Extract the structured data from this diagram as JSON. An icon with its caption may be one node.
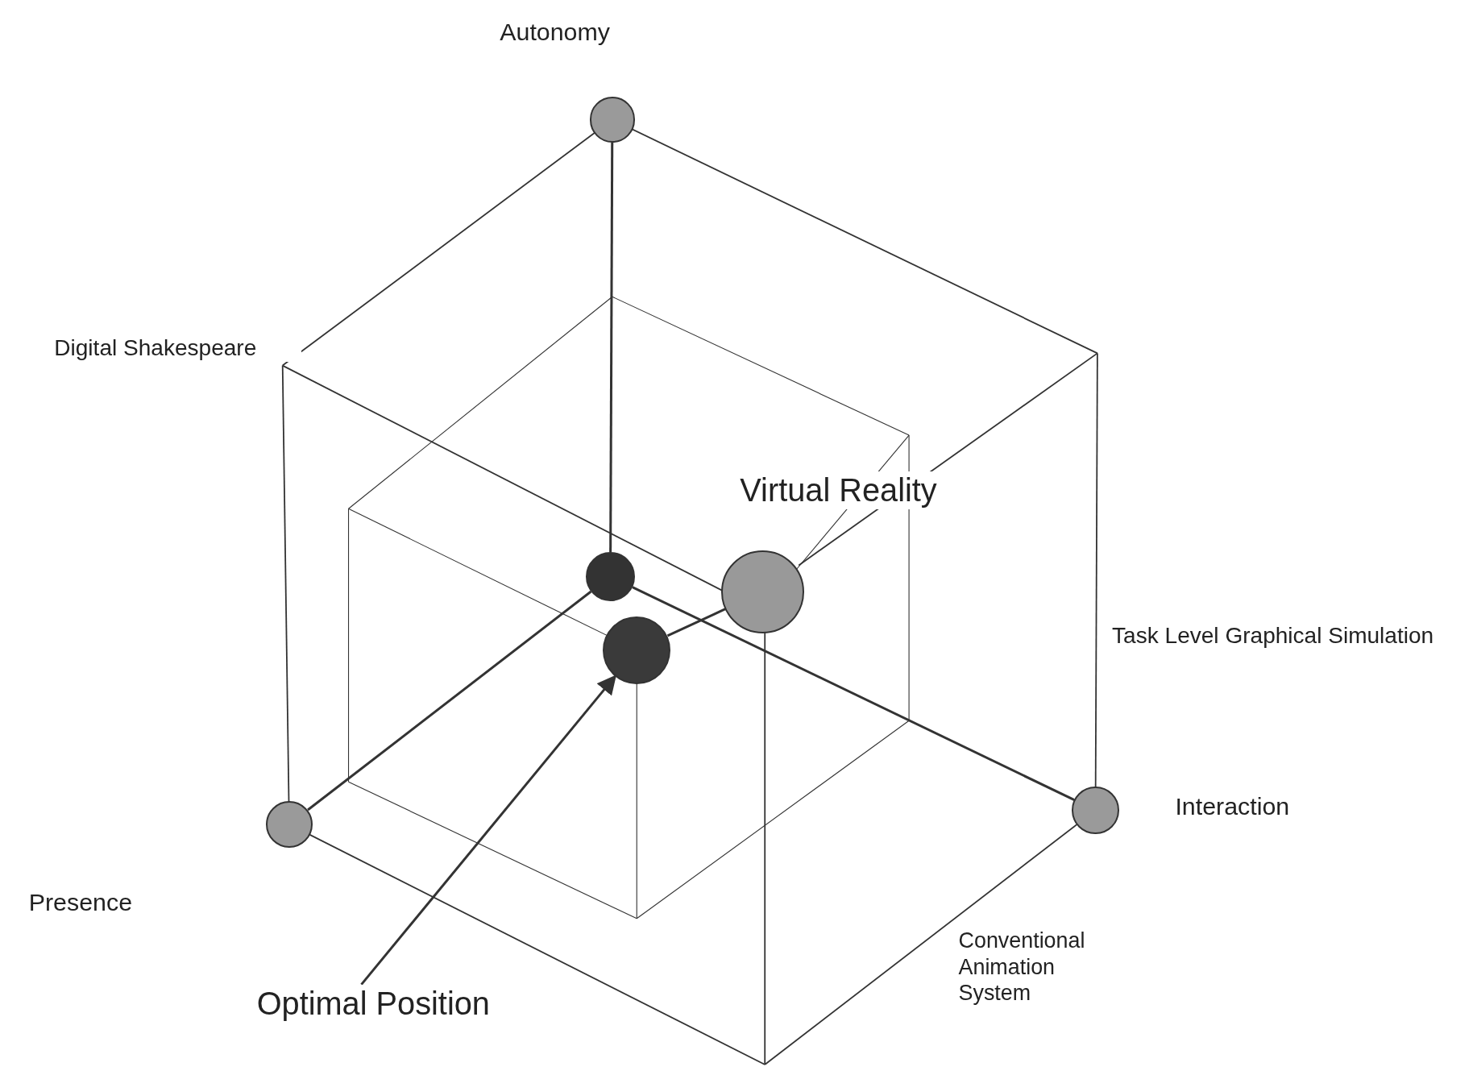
{
  "diagram": {
    "nodes": [
      {
        "text": [],
        "shape": "circle"
      },
      {
        "text": [],
        "shape": "circle",
        "beside": [
          "Autonomy"
        ]
      },
      {
        "text": [],
        "shape": "circle"
      },
      {
        "text": [],
        "shape": "circle",
        "beside": [
          "Interaction"
        ]
      },
      {
        "text": [],
        "shape": "circle",
        "beside": [
          "Virtual Reality"
        ]
      },
      {
        "text": [],
        "shape": "circle"
      },
      {
        "text": [
          "Optimal Position"
        ]
      }
    ],
    "edges": [
      {
        "from": 0,
        "to": 1,
        "arrow": "none"
      },
      {
        "from": 0,
        "to": 2,
        "arrow": "none"
      },
      {
        "from": 0,
        "to": 3,
        "arrow": "none"
      },
      {
        "from": 5,
        "to": 4,
        "arrow": "none"
      },
      {
        "from": 6,
        "to": 5,
        "arrow": "to"
      }
    ],
    "labels": [
      "Digital Shakespeare",
      "Task Level Graphical Simulation",
      "Conventional Animation System",
      "Presence"
    ]
  }
}
